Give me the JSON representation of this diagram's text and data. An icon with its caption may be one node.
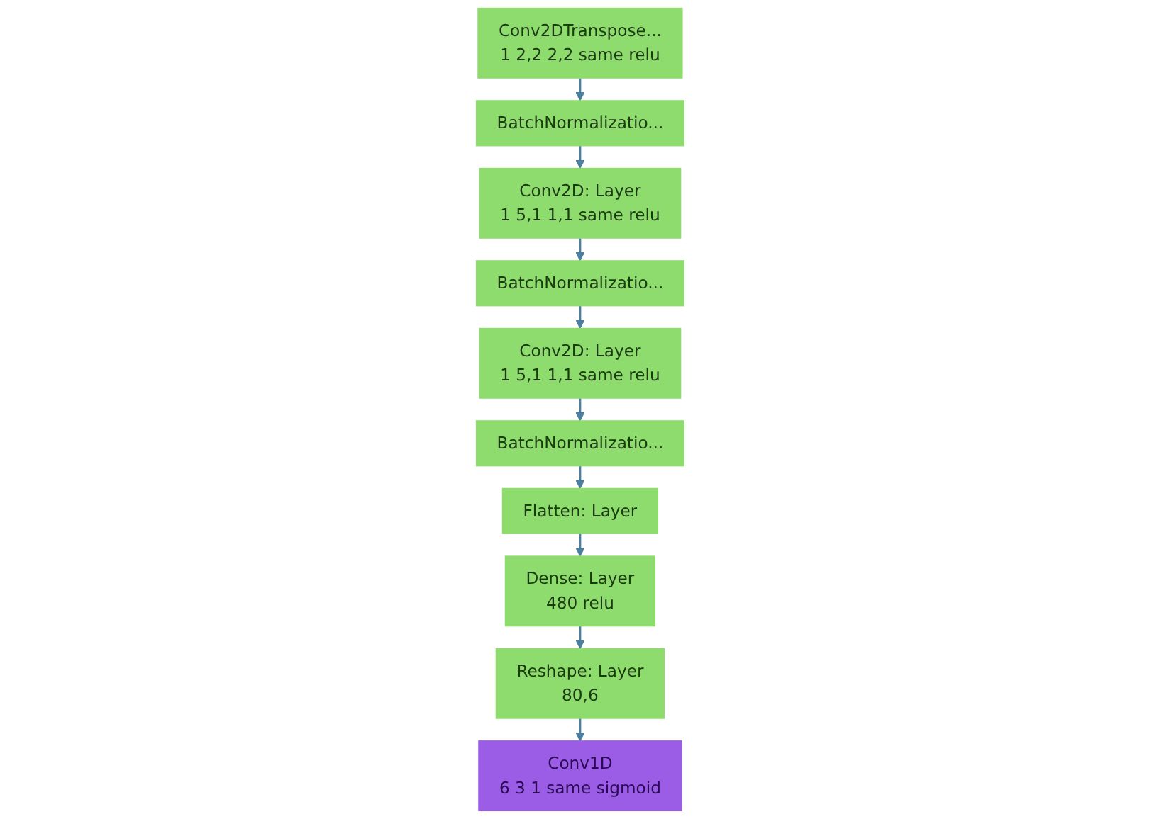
{
  "diagram": {
    "nodes": [
      {
        "text": [
          "Conv2DTranspose...",
          "1 2,2 2,2 same relu"
        ]
      },
      {
        "text": [
          "BatchNormalizatio..."
        ]
      },
      {
        "text": [
          "Conv2D: Layer",
          "1 5,1 1,1 same relu"
        ]
      },
      {
        "text": [
          "BatchNormalizatio..."
        ]
      },
      {
        "text": [
          "Conv2D: Layer",
          "1 5,1 1,1 same relu"
        ]
      },
      {
        "text": [
          "BatchNormalizatio..."
        ]
      },
      {
        "text": [
          "Flatten: Layer"
        ]
      },
      {
        "text": [
          "Dense: Layer",
          "480 relu"
        ]
      },
      {
        "text": [
          "Reshape: Layer",
          "80,6"
        ]
      },
      {
        "text": [
          "Conv1D",
          "6 3 1 same sigmoid"
        ]
      }
    ],
    "edges": [
      {
        "from": 0,
        "to": 1,
        "arrow": "to"
      },
      {
        "from": 1,
        "to": 2,
        "arrow": "to"
      },
      {
        "from": 2,
        "to": 3,
        "arrow": "to"
      },
      {
        "from": 3,
        "to": 4,
        "arrow": "to"
      },
      {
        "from": 4,
        "to": 5,
        "arrow": "to"
      },
      {
        "from": 5,
        "to": 6,
        "arrow": "to"
      },
      {
        "from": 6,
        "to": 7,
        "arrow": "to"
      },
      {
        "from": 7,
        "to": 8,
        "arrow": "to"
      },
      {
        "from": 8,
        "to": 9,
        "arrow": "to"
      }
    ]
  }
}
